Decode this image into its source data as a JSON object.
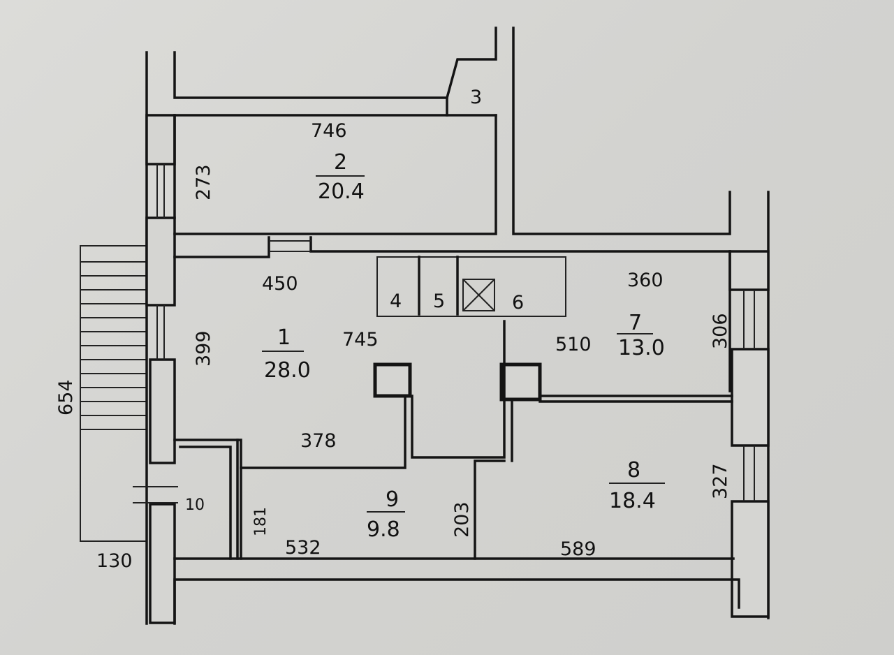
{
  "rooms": [
    {
      "number": "1",
      "area": "28.0"
    },
    {
      "number": "2",
      "area": "20.4"
    },
    {
      "number": "3"
    },
    {
      "number": "4"
    },
    {
      "number": "5"
    },
    {
      "number": "6"
    },
    {
      "number": "7",
      "area": "13.0"
    },
    {
      "number": "8",
      "area": "18.4"
    },
    {
      "number": "9",
      "area": "9.8"
    },
    {
      "number": "10"
    }
  ],
  "dimensions": {
    "room2_width": "746",
    "room2_depth": "273",
    "room1_top": "450",
    "room1_depth": "399",
    "hall_length": "745",
    "room1_bottom": "378",
    "room7_width": "360",
    "room7_depth": "306",
    "room7_side": "510",
    "room8_depth": "327",
    "room8_width": "589",
    "room9_width": "532",
    "room9_depth": "181",
    "hall_depth": "203",
    "stair_width": "130",
    "stair_length": "654"
  }
}
